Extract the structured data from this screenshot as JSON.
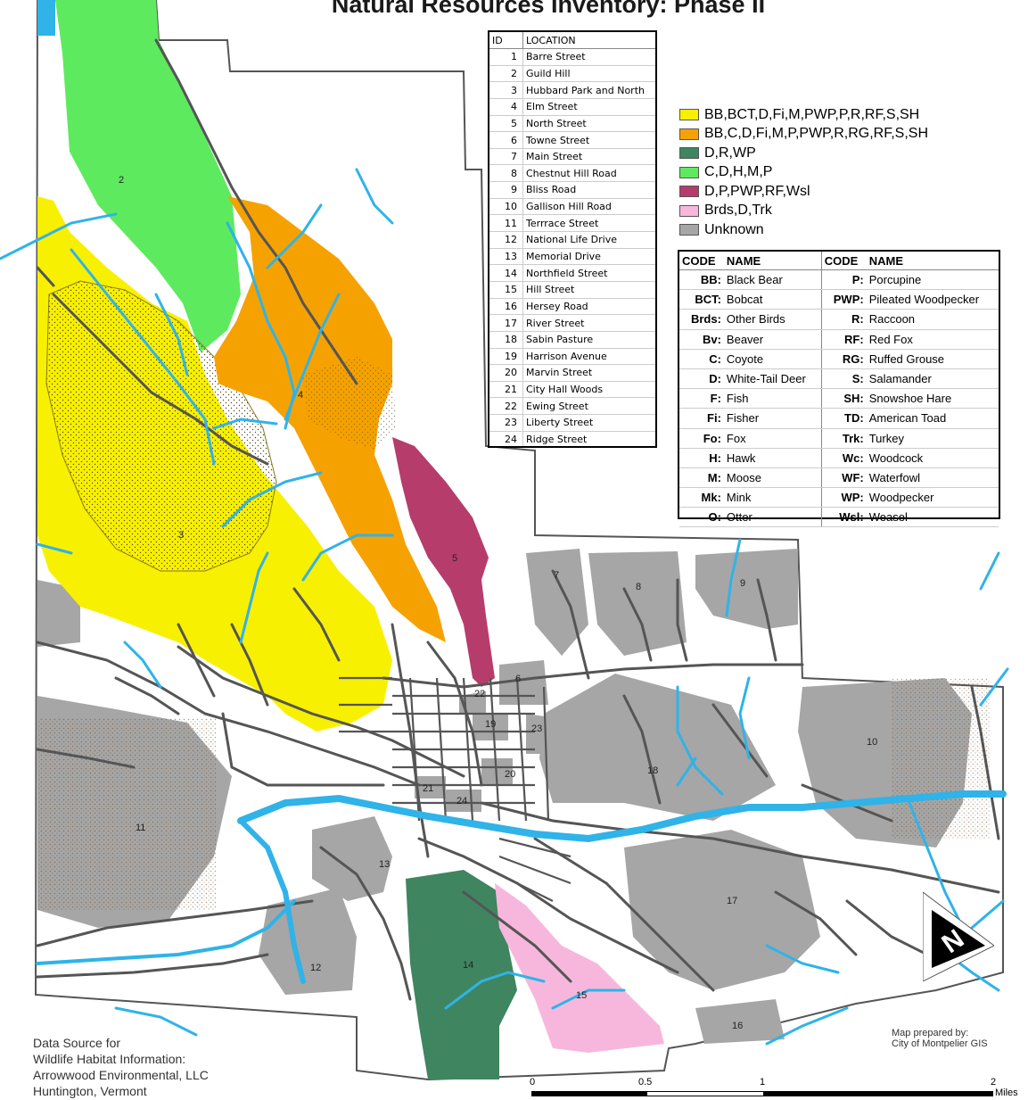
{
  "title": "Natural Resources Inventory: Phase II",
  "locations_table": {
    "headers": {
      "id": "ID",
      "location": "LOCATION"
    },
    "rows": [
      {
        "id": "1",
        "name": "Barre Street"
      },
      {
        "id": "2",
        "name": "Guild Hill"
      },
      {
        "id": "3",
        "name": "Hubbard Park and North"
      },
      {
        "id": "4",
        "name": "Elm Street"
      },
      {
        "id": "5",
        "name": "North Street"
      },
      {
        "id": "6",
        "name": "Towne Street"
      },
      {
        "id": "7",
        "name": "Main Street"
      },
      {
        "id": "8",
        "name": "Chestnut Hill Road"
      },
      {
        "id": "9",
        "name": "Bliss Road"
      },
      {
        "id": "10",
        "name": "Gallison Hill Road"
      },
      {
        "id": "11",
        "name": "Terrrace Street"
      },
      {
        "id": "12",
        "name": "National Life Drive"
      },
      {
        "id": "13",
        "name": "Memorial Drive"
      },
      {
        "id": "14",
        "name": "Northfield Street"
      },
      {
        "id": "15",
        "name": "Hill Street"
      },
      {
        "id": "16",
        "name": "Hersey Road"
      },
      {
        "id": "17",
        "name": "River Street"
      },
      {
        "id": "18",
        "name": "Sabin Pasture"
      },
      {
        "id": "19",
        "name": "Harrison Avenue"
      },
      {
        "id": "20",
        "name": "Marvin Street"
      },
      {
        "id": "21",
        "name": "City Hall Woods"
      },
      {
        "id": "22",
        "name": "Ewing Street"
      },
      {
        "id": "23",
        "name": "Liberty Street"
      },
      {
        "id": "24",
        "name": "Ridge Street"
      }
    ]
  },
  "legend": [
    {
      "label": "BB,BCT,D,Fi,M,PWP,P,R,RF,S,SH",
      "color": "#f7f000"
    },
    {
      "label": "BB,C,D,Fi,M,P,PWP,R,RG,RF,S,SH",
      "color": "#f5a200"
    },
    {
      "label": "D,R,WP",
      "color": "#3f8560"
    },
    {
      "label": "C,D,H,M,P",
      "color": "#5eea5e"
    },
    {
      "label": "D,P,PWP,RF,Wsl",
      "color": "#b63c6c"
    },
    {
      "label": "Brds,D,Trk",
      "color": "#f7b7dd"
    },
    {
      "label": "Unknown",
      "color": "#a6a6a6"
    }
  ],
  "codes_table": {
    "headers": {
      "code": "CODE",
      "name": "NAME"
    },
    "rows": [
      {
        "c1": "BB:",
        "n1": "Black Bear",
        "c2": "P:",
        "n2": "Porcupine"
      },
      {
        "c1": "BCT:",
        "n1": "Bobcat",
        "c2": "PWP:",
        "n2": "Pileated Woodpecker"
      },
      {
        "c1": "Brds:",
        "n1": "Other Birds",
        "c2": "R:",
        "n2": "Raccoon"
      },
      {
        "c1": "Bv:",
        "n1": "Beaver",
        "c2": "RF:",
        "n2": "Red Fox"
      },
      {
        "c1": "C:",
        "n1": "Coyote",
        "c2": "RG:",
        "n2": "Ruffed Grouse"
      },
      {
        "c1": "D:",
        "n1": "White-Tail Deer",
        "c2": "S:",
        "n2": "Salamander"
      },
      {
        "c1": "F:",
        "n1": "Fish",
        "c2": "SH:",
        "n2": "Snowshoe Hare"
      },
      {
        "c1": "Fi:",
        "n1": "Fisher",
        "c2": "TD:",
        "n2": "American Toad"
      },
      {
        "c1": "Fo:",
        "n1": "Fox",
        "c2": "Trk:",
        "n2": "Turkey"
      },
      {
        "c1": "H:",
        "n1": "Hawk",
        "c2": "Wc:",
        "n2": "Woodcock"
      },
      {
        "c1": "M:",
        "n1": "Moose",
        "c2": "WF:",
        "n2": "Waterfowl"
      },
      {
        "c1": "Mk:",
        "n1": "Mink",
        "c2": "WP:",
        "n2": "Woodpecker"
      },
      {
        "c1": "O:",
        "n1": "Otter",
        "c2": "Wsl:",
        "n2": "Weasel"
      }
    ]
  },
  "map_labels": [
    "2",
    "3",
    "4",
    "5",
    "6",
    "7",
    "8",
    "9",
    "10",
    "11",
    "12",
    "13",
    "14",
    "15",
    "16",
    "17",
    "18",
    "19",
    "20",
    "21",
    "22",
    "23",
    "24"
  ],
  "credits": {
    "source_lines": [
      "Data Source for",
      "Wildlife Habitat Information:",
      "Arrowwood Environmental, LLC",
      "Huntington, Vermont"
    ],
    "prepared_lines": [
      "Map prepared by:",
      "City of Montpelier GIS"
    ]
  },
  "scale_bar": {
    "labels": [
      "0",
      "0.5",
      "1",
      "2"
    ],
    "unit": "Miles"
  },
  "colors": {
    "water": "#2fb3e8",
    "roads": "#555555",
    "boundary": "#555555"
  }
}
